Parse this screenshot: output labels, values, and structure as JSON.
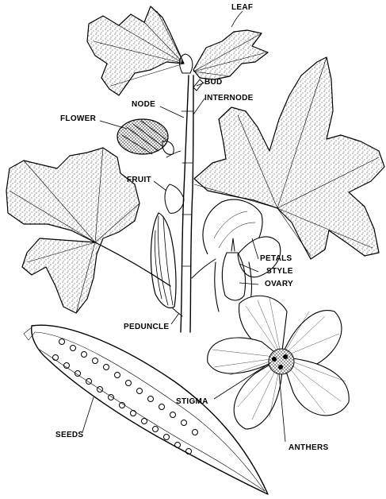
{
  "labels": {
    "leaf": "LEAF",
    "bud": "BUD",
    "node": "NODE",
    "internode": "INTERNODE",
    "flower": "FLOWER",
    "fruit": "FRUIT",
    "petals": "PETALS",
    "style": "STYLE",
    "ovary": "OVARY",
    "peduncle": "PEDUNCLE",
    "stigma": "STIGMA",
    "seeds": "SEEDS",
    "anthers": "ANTHERS"
  },
  "colors": {
    "ink": "#000000",
    "paper": "#ffffff"
  }
}
